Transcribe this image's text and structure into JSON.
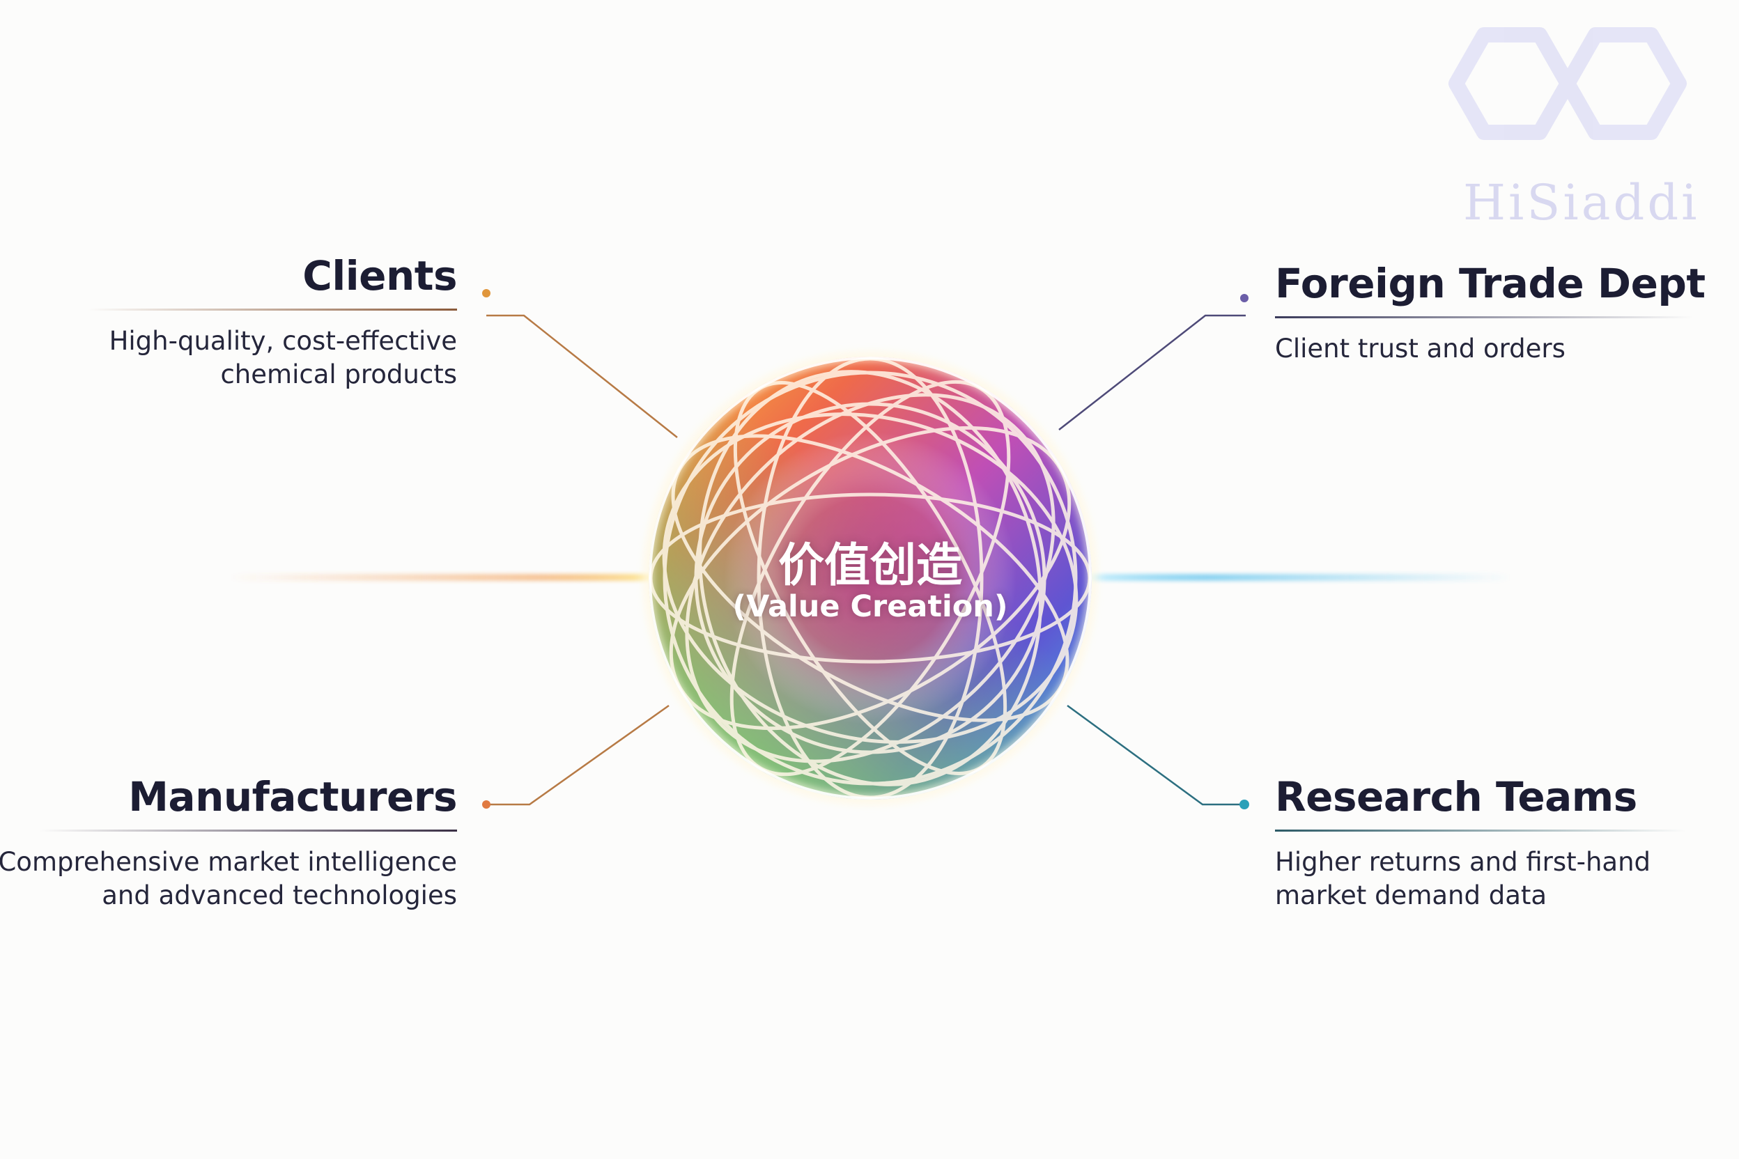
{
  "center": {
    "title": "价值创造",
    "subtitle": "(Value Creation)"
  },
  "nodes": {
    "clients": {
      "title": "Clients",
      "desc_lines": [
        "High-quality, cost-effective",
        "chemical products"
      ],
      "color": "#e0963c"
    },
    "foreign_trade": {
      "title": "Foreign Trade Dept",
      "desc_lines": [
        "Client trust and orders"
      ],
      "color": "#6b5ea8"
    },
    "manufacturers": {
      "title": "Manufacturers",
      "desc_lines": [
        "Comprehensive market intelligence",
        "and advanced technologies"
      ],
      "color": "#e07a42"
    },
    "research": {
      "title": "Research Teams",
      "desc_lines": [
        "Higher returns and first-hand",
        "market demand data"
      ],
      "color": "#2aa0b8"
    }
  },
  "watermark": {
    "text": "HiSiaddi",
    "icon": "molecule-logo-icon"
  },
  "colors": {
    "background": "#fcfcfb",
    "text": "#1c1d33",
    "sphere_warm": "#f5a23a",
    "sphere_magenta": "#c24fb8",
    "sphere_violet": "#6a4fd0",
    "sphere_cyan": "#3bb7e8",
    "sphere_green": "#5cbf6a"
  }
}
